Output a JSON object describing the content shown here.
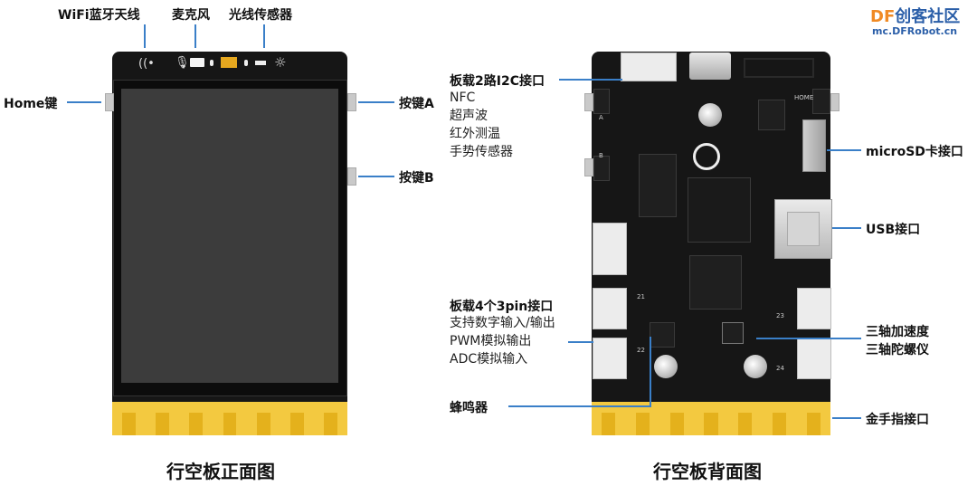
{
  "watermark": {
    "brand_prefix": "DF",
    "brand_suffix": "创客社区",
    "url": "mc.DFRobot.cn",
    "colors": {
      "df": "#f08a24",
      "text": "#2a5ea8"
    }
  },
  "front": {
    "caption": "行空板正面图",
    "labels": {
      "wifi": "WiFi蓝牙天线",
      "mic": "麦克风",
      "light": "光线传感器",
      "home": "Home键",
      "key_a": "按键A",
      "key_b": "按键B"
    }
  },
  "back": {
    "caption": "行空板背面图",
    "i2c": {
      "title": "板载2路I2C接口",
      "items": [
        "NFC",
        "超声波",
        "红外测温",
        "手势传感器"
      ]
    },
    "pin3": {
      "title": "板载4个3pin接口",
      "items": [
        "支持数字输入/输出",
        "PWM模拟输出",
        "ADC模拟输入"
      ]
    },
    "buzzer": "蜂鸣器",
    "microsd": "microSD卡接口",
    "usb": "USB接口",
    "imu_line1": "三轴加速度",
    "imu_line2": "三轴陀螺仪",
    "gold_finger": "金手指接口",
    "silk": {
      "home": "HOME",
      "a": "A",
      "b": "B",
      "pin21": "21",
      "pin22": "22",
      "pin23": "23",
      "pin24": "24"
    }
  },
  "colors": {
    "leader": "#3a7fc8",
    "board": "#161616",
    "gold": "#f3c940"
  }
}
